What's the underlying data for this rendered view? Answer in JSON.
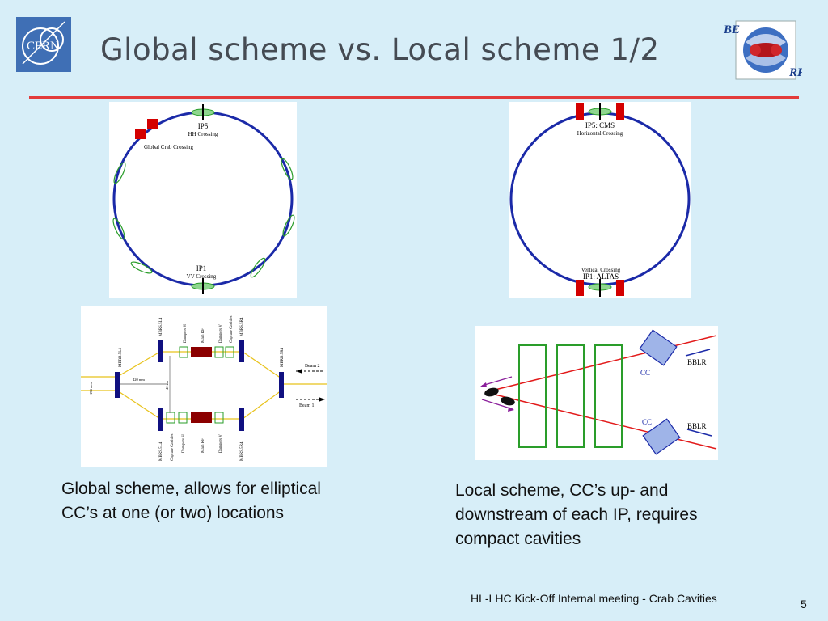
{
  "title": "Global scheme vs. Local scheme 1/2",
  "logos": {
    "cern": "CERN",
    "be": "BE",
    "rf": "RF"
  },
  "global_ring": {
    "ip_top": "IP5",
    "ip_top_sub": "HH Crossing",
    "crab_label": "Global Crab Crossing",
    "ip_bottom": "IP1",
    "ip_bottom_sub": "VV Crossing"
  },
  "local_ring": {
    "ip_top": "IP5: CMS",
    "ip_top_sub": "Horizontal Crossing",
    "ip_bottom_sub": "Vertical Crossing",
    "ip_bottom": "IP1: ALTAS"
  },
  "global_ir": {
    "labels": {
      "mbrb_l": "MBRB.5L4",
      "mbrs_top_l": "MBRS.5L4",
      "dampers_h_top": "Dampers H",
      "main_rf_top": "Main RF",
      "dampers_v_top": "Dampers V",
      "capture_top": "Capture Cavities",
      "mbrs_top_r": "MBRS.5R4",
      "mbrb_r": "MBRB.5R4",
      "beam2": "Beam 2",
      "beam1": "Beam 1",
      "dist_420": "420 mm",
      "dist_194": "194 mm",
      "dist_42": "42 cm",
      "mbrs_bot_l": "MBRS.5L4",
      "capture_bot": "Capture Cavities",
      "dampers_h_bot": "Dampers H",
      "main_rf_bot": "Main RF",
      "dampers_v_bot": "Dampers V",
      "mbrs_bot_r": "MBRS.5R4"
    }
  },
  "local_ir": {
    "cc_top": "CC",
    "cc_bottom": "CC",
    "bblr_top": "BBLR",
    "bblr_bottom": "BBLR"
  },
  "captions": {
    "global": "Global scheme, allows for elliptical CC’s at one (or two) locations",
    "local": "Local scheme, CC’s up- and downstream of each IP, requires compact cavities"
  },
  "footer": "HL-LHC Kick-Off Internal meeting - Crab Cavities",
  "page_number": "5",
  "colors": {
    "background": "#d7eef8",
    "title_rule": "#e33b3b",
    "ring": "#1b2aa8",
    "cavity": "#d40000",
    "crab_green": "#2a9d2a"
  }
}
